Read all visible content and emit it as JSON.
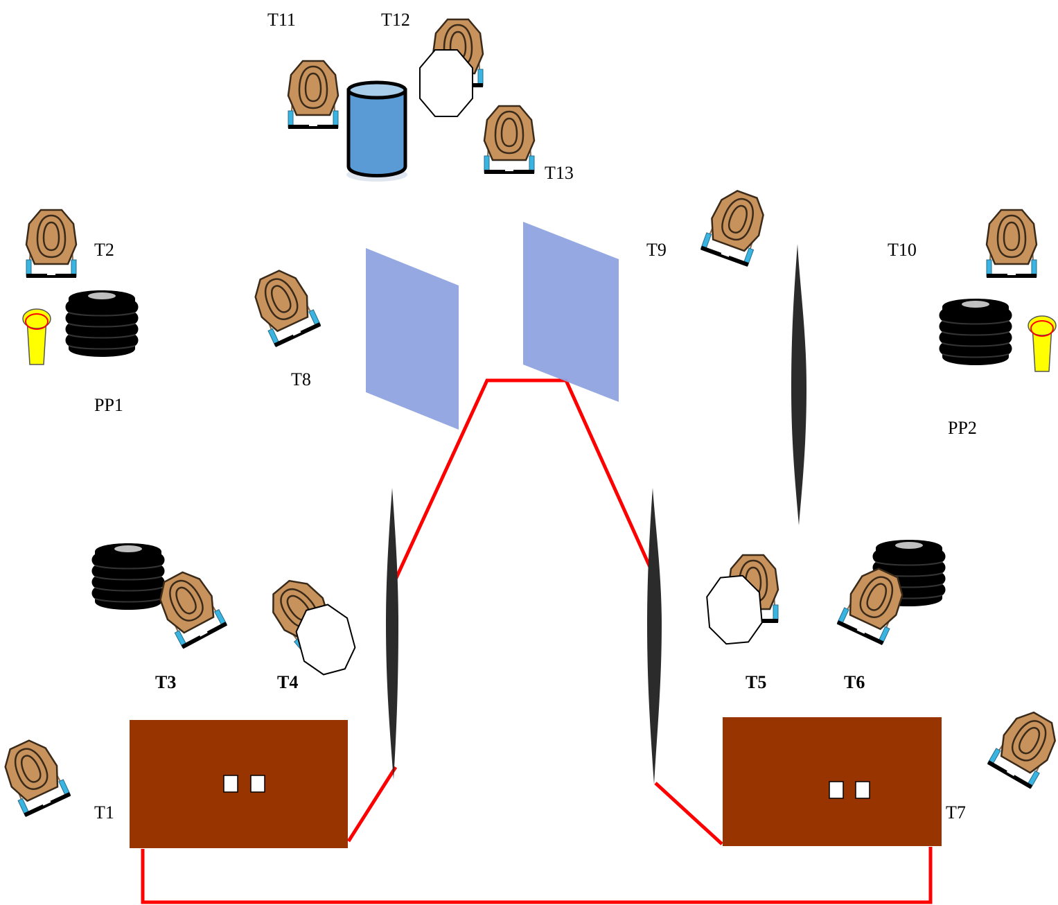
{
  "labels": {
    "t1": "T1",
    "t2": "T2",
    "t3": "T3",
    "t4": "T4",
    "t5": "T5",
    "t6": "T6",
    "t7": "T7",
    "t8": "T8",
    "t9": "T9",
    "t10": "T10",
    "t11": "T11",
    "t12": "T12",
    "t13": "T13",
    "pp1": "PP1",
    "pp2": "PP2"
  },
  "colors": {
    "target_fill": "#c8925c",
    "target_outline": "#3a2a1a",
    "stand_leg": "#3ab4e0",
    "barrel": "#5b9bd5",
    "barrel_top": "#a8cdea",
    "no_shoot": "#ffffff",
    "wall": "#8fa3e0",
    "shooting_box": "#973400",
    "fault_line": "#ff0000",
    "tire": "#000000",
    "cone": "#ffff00",
    "barrier": "#2b2b2b"
  },
  "icons": [
    "paper-target-icon",
    "no-shoot-target-icon",
    "barrel-icon",
    "tire-stack-icon",
    "popper-icon",
    "barrier-icon",
    "wall-icon",
    "shooting-box-icon"
  ]
}
